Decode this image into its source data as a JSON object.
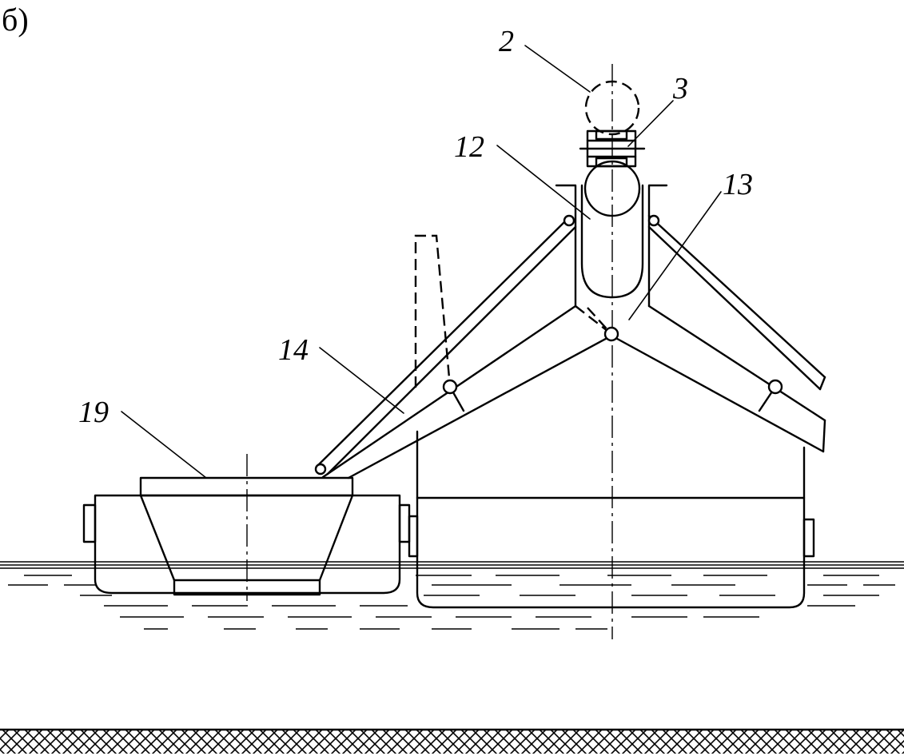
{
  "figure": {
    "tag": "б)"
  },
  "callouts": [
    {
      "id": "c2",
      "text": "2"
    },
    {
      "id": "c3",
      "text": "3"
    },
    {
      "id": "c12",
      "text": "12"
    },
    {
      "id": "c13",
      "text": "13"
    },
    {
      "id": "c14",
      "text": "14"
    },
    {
      "id": "c19",
      "text": "19"
    }
  ]
}
